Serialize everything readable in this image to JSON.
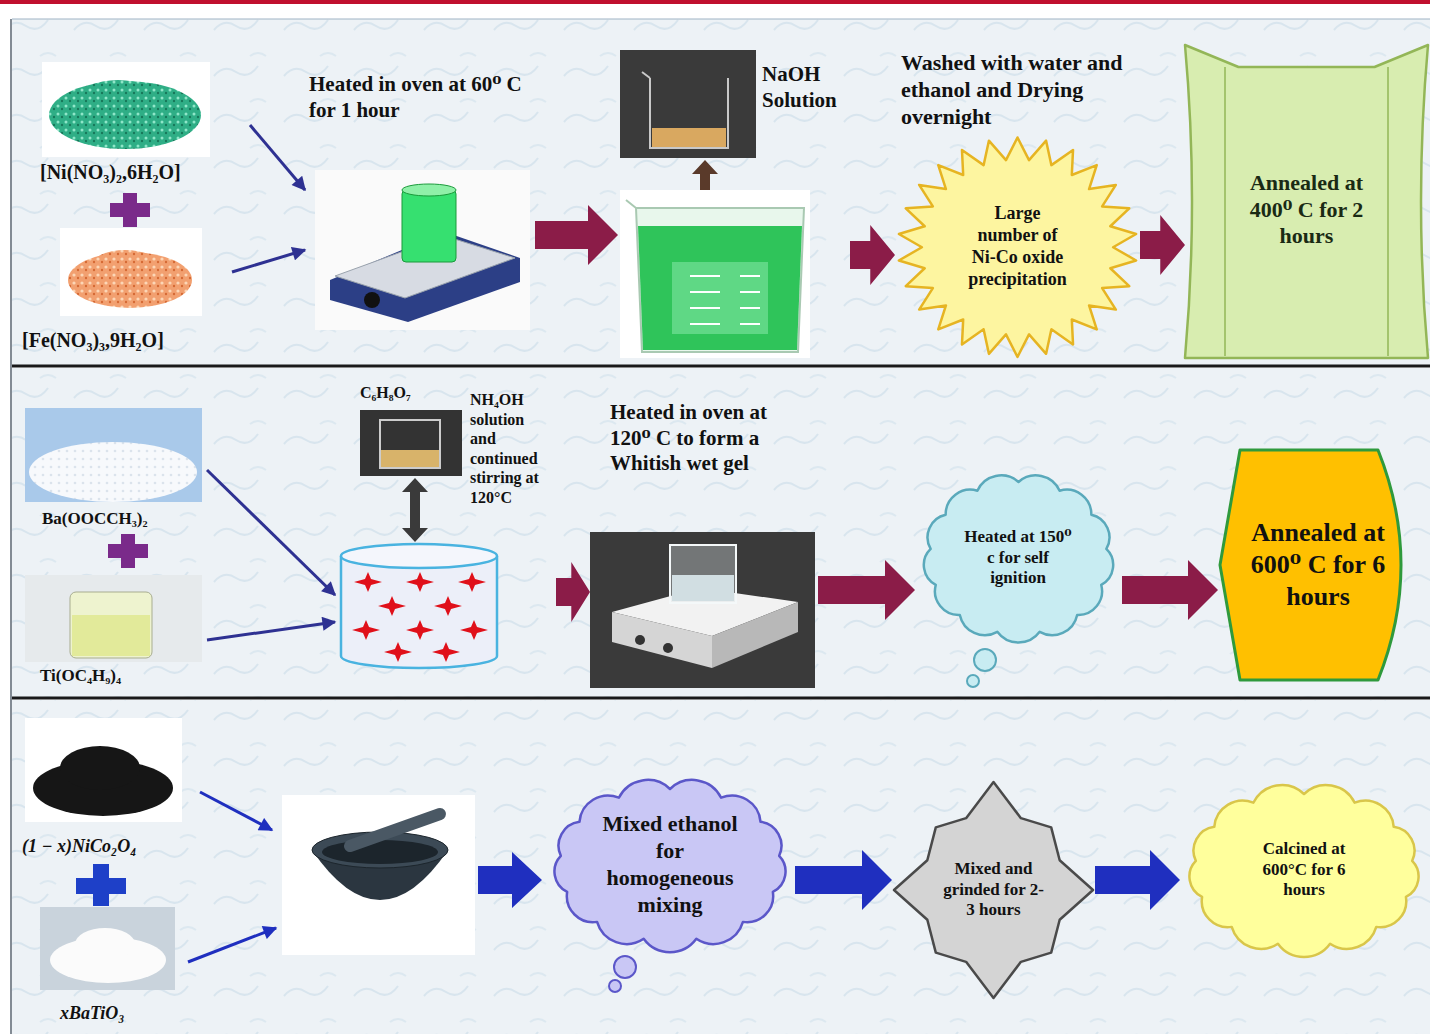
{
  "diagram": {
    "nodes": [
      {
        "text": [
          "[Ni(NO₃)₂,6H₂O]"
        ]
      },
      {
        "text": [
          "[Fe(NO₃)₃,9H₂O]"
        ]
      },
      {
        "text": [
          "Heated in oven at 60⁰ C for 1 hour"
        ]
      },
      {
        "text": [
          "NaOH Solution"
        ]
      },
      {
        "text": [
          "Washed with water and ethanol and Drying overnight",
          "Large number of Ni-Co oxide precipitation"
        ]
      },
      {
        "text": [
          "Annealed at 400⁰ C for 2 hours"
        ]
      },
      {
        "text": [
          "Ba(OOCCH₃)₂"
        ]
      },
      {
        "text": [
          "Ti(OC₄H₉)₄"
        ]
      },
      {
        "text": [
          "C₆H₈O₇",
          "NH₄OH solution and continued stirring at 120°C"
        ]
      },
      {
        "text": [
          "Heated in oven at 120⁰ C to form a Whitish wet gel"
        ]
      },
      {
        "text": [
          "Heated at 150⁰ c for self ignition"
        ]
      },
      {
        "text": [
          "Annealed at 600⁰ C for 6 hours"
        ]
      },
      {
        "text": [
          "(1 − x)NiCo₂O₄"
        ]
      },
      {
        "text": [
          "xBaTiO₃"
        ]
      },
      {
        "text": [
          "Mixed ethanol for homogeneous mixing"
        ]
      },
      {
        "text": [
          "Mixed and grinded for 2-3 hours"
        ]
      },
      {
        "text": [
          "Calcined at 600°C for 6 hours"
        ]
      }
    ],
    "edges": [
      {
        "from": 0,
        "to": 2,
        "arrow": "to"
      },
      {
        "from": 1,
        "to": 2,
        "arrow": "to"
      },
      {
        "from": 2,
        "to": 3,
        "arrow": "to"
      },
      {
        "from": 3,
        "to": 4,
        "arrow": "to"
      },
      {
        "from": 4,
        "to": 5,
        "arrow": "to"
      },
      {
        "from": 6,
        "to": 8,
        "arrow": "to"
      },
      {
        "from": 7,
        "to": 8,
        "arrow": "to"
      },
      {
        "from": 8,
        "to": 9,
        "arrow": "to"
      },
      {
        "from": 9,
        "to": 10,
        "arrow": "to"
      },
      {
        "from": 10,
        "to": 11,
        "arrow": "to"
      },
      {
        "from": 14,
        "to": 15,
        "arrow": "to"
      },
      {
        "from": 15,
        "to": 16,
        "arrow": "to"
      }
    ]
  }
}
